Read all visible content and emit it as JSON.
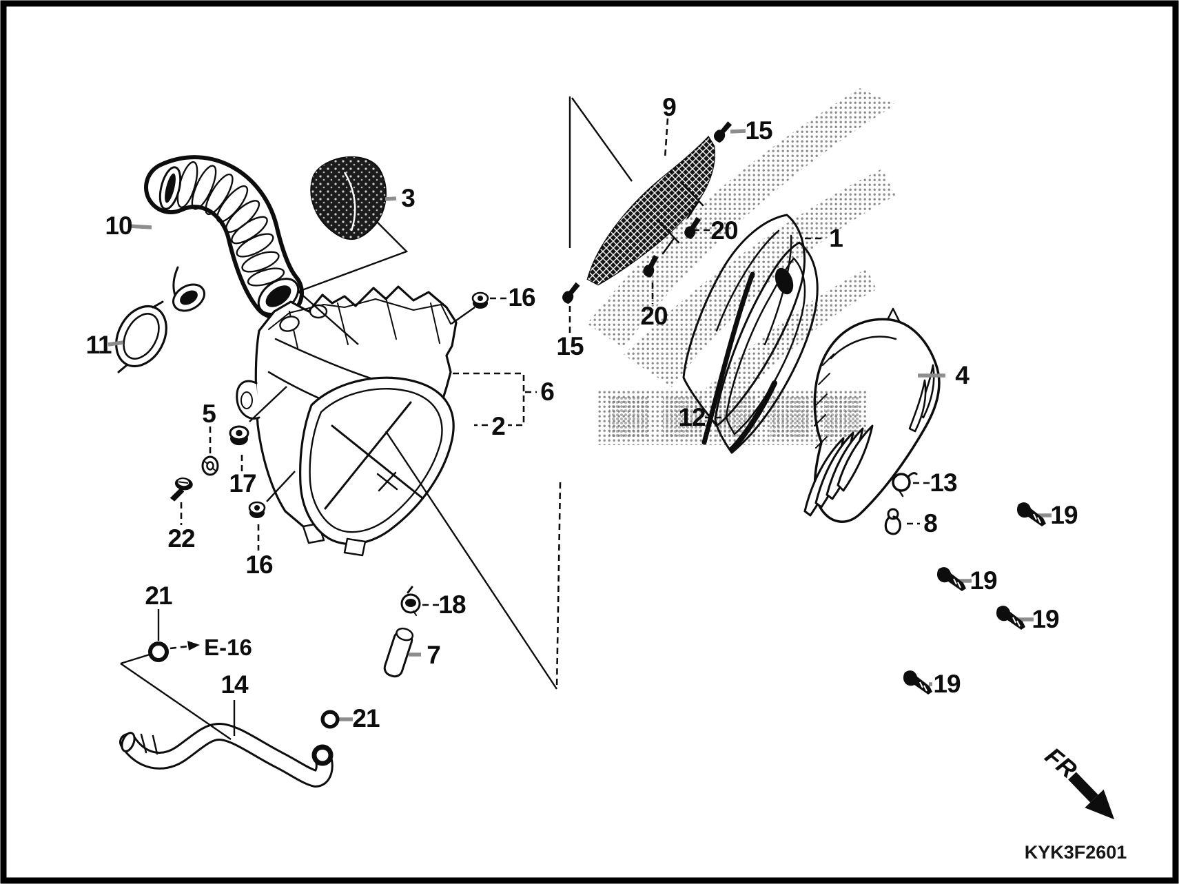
{
  "drawing": {
    "code": "KYK3F2601",
    "direction_label": "FR.",
    "reference_label": "E-16",
    "callouts": [
      {
        "text": "1"
      },
      {
        "text": "2"
      },
      {
        "text": "3"
      },
      {
        "text": "4"
      },
      {
        "text": "5"
      },
      {
        "text": "6"
      },
      {
        "text": "7"
      },
      {
        "text": "8"
      },
      {
        "text": "9"
      },
      {
        "text": "10"
      },
      {
        "text": "11"
      },
      {
        "text": "12"
      },
      {
        "text": "13"
      },
      {
        "text": "14"
      },
      {
        "text": "15"
      },
      {
        "text": "15"
      },
      {
        "text": "16"
      },
      {
        "text": "16"
      },
      {
        "text": "17"
      },
      {
        "text": "18"
      },
      {
        "text": "19"
      },
      {
        "text": "19"
      },
      {
        "text": "19"
      },
      {
        "text": "19"
      },
      {
        "text": "20"
      },
      {
        "text": "20"
      },
      {
        "text": "21"
      },
      {
        "text": "21"
      },
      {
        "text": "22"
      }
    ]
  },
  "palette": {
    "ink": "#0d0d0d",
    "leader_gray": "#8d8d8d",
    "halftone": "#6f6f6f",
    "background": "#ffffff"
  }
}
